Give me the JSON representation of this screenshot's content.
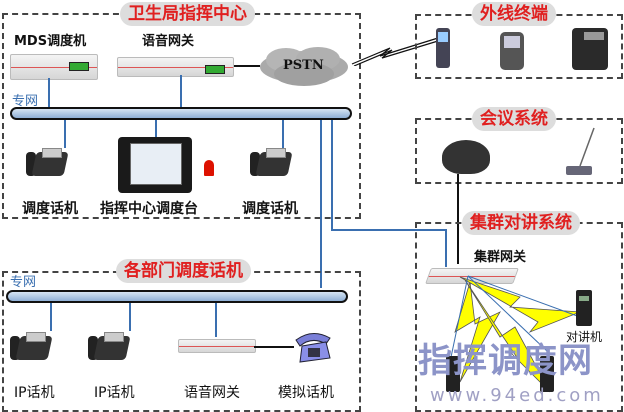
{
  "command_center": {
    "title": "卫生局指挥中心",
    "network_label": "专网",
    "devices": {
      "mds": "MDS调度机",
      "voice_gateway": "语音网关",
      "pstn": "PSTN",
      "dispatch_phone_left": "调度话机",
      "console": "指挥中心调度台",
      "dispatch_phone_right": "调度话机"
    }
  },
  "external_terminals": {
    "title": "外线终端"
  },
  "conference": {
    "title": "会议系统"
  },
  "trunking": {
    "title": "集群对讲系统",
    "gateway": "集群网关",
    "radio_label": "对讲机"
  },
  "departments": {
    "title": "各部门调度话机",
    "network_label": "专网",
    "devices": {
      "ip_phone_1": "IP话机",
      "ip_phone_2": "IP话机",
      "voice_gateway": "语音网关",
      "analog_phone": "模拟话机"
    }
  },
  "watermark": {
    "text": "指挥调度网",
    "url_text": "www.94ed.com"
  },
  "colors": {
    "title_red": "#e02020",
    "network_blue": "#3a6fb0",
    "bus_fill": "#a9c3e3",
    "lightning": "#ffff00"
  }
}
